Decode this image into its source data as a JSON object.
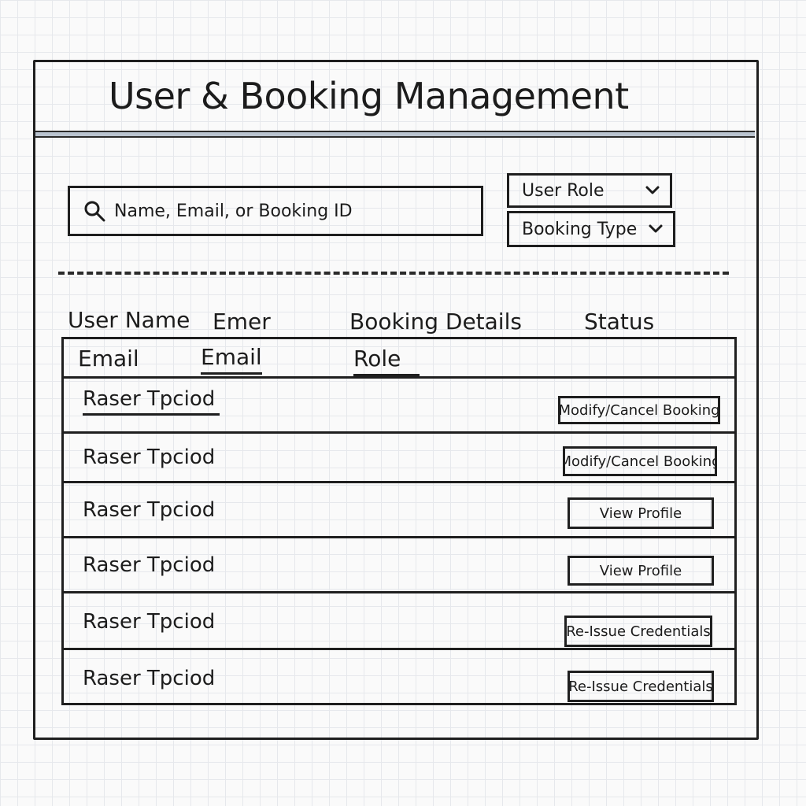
{
  "header": {
    "title": "User & Booking Management"
  },
  "search": {
    "placeholder": "Name, Email, or Booking ID"
  },
  "filters": {
    "user_role": "User Role",
    "booking_type": "Booking Type"
  },
  "table": {
    "columns": [
      "User Name",
      "Emer",
      "Booking Details",
      "Status"
    ],
    "subheader": [
      "Email",
      "Email",
      "Role"
    ],
    "rows": [
      {
        "name": "Raser Tpciod",
        "action": "Modify/Cancel Booking"
      },
      {
        "name": "Raser Tpciod",
        "action": "Modify/Cancel Booking"
      },
      {
        "name": "Raser Tpciod",
        "action": "View Profile"
      },
      {
        "name": "Raser Tpciod",
        "action": "View Profile"
      },
      {
        "name": "Raser Tpciod",
        "action": "Re-Issue Credentials"
      },
      {
        "name": "Raser Tpciod",
        "action": "Re-Issue Credentials"
      }
    ]
  },
  "icons": {
    "search": "search-icon",
    "dropdown": "chevron-down-icon"
  }
}
